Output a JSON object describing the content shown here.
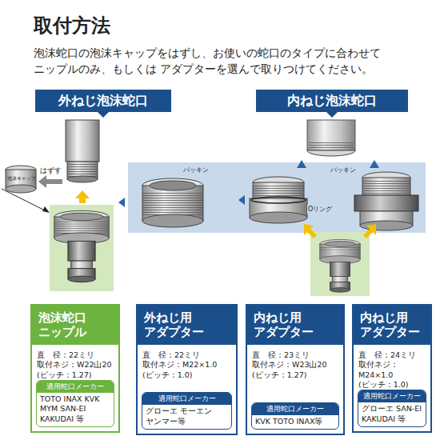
{
  "diagram": {
    "title": "取付方法",
    "nodes": [
      {
        "text": [
          "外ねじ泡沫蛇口"
        ]
      },
      {
        "text": [
          "内ねじ泡沫蛇口"
        ]
      },
      {
        "text": [
          "泡沫蛇口 ニップル",
          "直　径：22ミリ",
          "取付ネジ：W22山20 (ピッチ：1.27)"
        ]
      },
      {
        "text": [
          "適用蛇口メーカー",
          "TOTO INAX KVK MYM SAN-EI KAKUDAI 等"
        ],
        "in": 2
      },
      {
        "text": [
          "外ねじ用 アダプター",
          "直　径：22ミリ",
          "取付ネジ：M22×1.0 (ピッチ：1.0)"
        ]
      },
      {
        "text": [
          "適用蛇口メーカー",
          "グローエ モーエン ヤンマー等"
        ],
        "in": 4
      },
      {
        "text": [
          "内ねじ用 アダプター",
          "直　径：23ミリ",
          "取付ネジ：W23山20 (ピッチ：1.27)"
        ]
      },
      {
        "text": [
          "適用蛇口メーカー",
          "KVK TOTO INAX等"
        ],
        "in": 6
      },
      {
        "text": [
          "内ねじ用 アダプター",
          "直　径：24ミリ",
          "取付ネジ：M24×1.0 (ピッチ：1.0)"
        ]
      },
      {
        "text": [
          "適用蛇口メーカー",
          "グローエ SAN-EI KAKUDAI 等"
        ],
        "in": 8
      }
    ],
    "labels": [
      "泡沫蛇口の泡沫キャップをはずし、お使いの蛇口のタイプに合わせて ニップルのみ、もしくは アダプターを選んで取りつけてください。",
      "はずす",
      "泡沫キャップ",
      "パッキン",
      "Oリング",
      "パッキン"
    ]
  }
}
